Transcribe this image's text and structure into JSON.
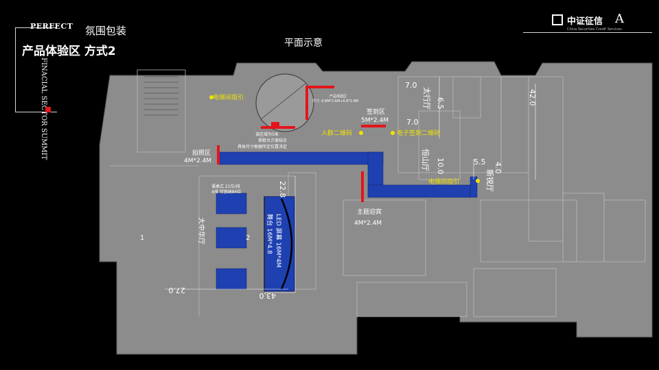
{
  "header": {
    "brand_top": "PERFECT",
    "brand_vertical": "FINACIAL SECTOR SUMMIT",
    "tagline": "氛围包装",
    "title": "产品体验区 方式2",
    "subtitle": "平面示意"
  },
  "logos": {
    "company_name": "中证征信",
    "company_sub": "China Securities Credit Services",
    "partner_mark": "A"
  },
  "plan": {
    "labels": {
      "elevator_guide_1": "电梯间指引",
      "elevator_guide_2": "电梯间指引",
      "product_zone_title": "产品体验区",
      "product_zone_size": "尺寸: 6.8M*2.6M+6.8*2.6M",
      "stage_note_1": "该区域为5米",
      "stage_note_2": "茶歇台方案结合",
      "stage_note_3": "具体尺寸根据所定位置决定",
      "photo_zone": "拍照区",
      "photo_size": "4M*2.4M",
      "signin_zone": "签到区",
      "signin_size": "5M*2.4M",
      "join_qr": "入群二维码",
      "e_sign_qr": "电子签到二维码",
      "theme_welcome": "主题迎宾",
      "theme_size": "4M*2.4M",
      "seating_1": "课桌式 21位/排",
      "seating_2": "4排 可容纳84位",
      "hall_name": "大中华厅",
      "led_1": "LED 屏幕 16M*4M",
      "led_2": "舞台 16M*4.8",
      "taihang": "太行厅",
      "hengshan": "恒山厅",
      "xinhua": "新锐厅",
      "dim_700a": "7.0",
      "dim_700b": "7.0",
      "dim_65": "6.5",
      "dim_100": "10.0",
      "dim_55": "5.5",
      "dim_40": "4.0",
      "dim_420": "42.0",
      "dim_228": "22.8",
      "dim_270": "27.0",
      "dim_430": "43.0",
      "room_1": "1",
      "room_2": "2"
    }
  },
  "colors": {
    "background": "#000000",
    "floor": "#8c8c8c",
    "route_blue": "#1e40b0",
    "accent_red": "#e3151b",
    "highlight_yellow": "#f0e200"
  }
}
